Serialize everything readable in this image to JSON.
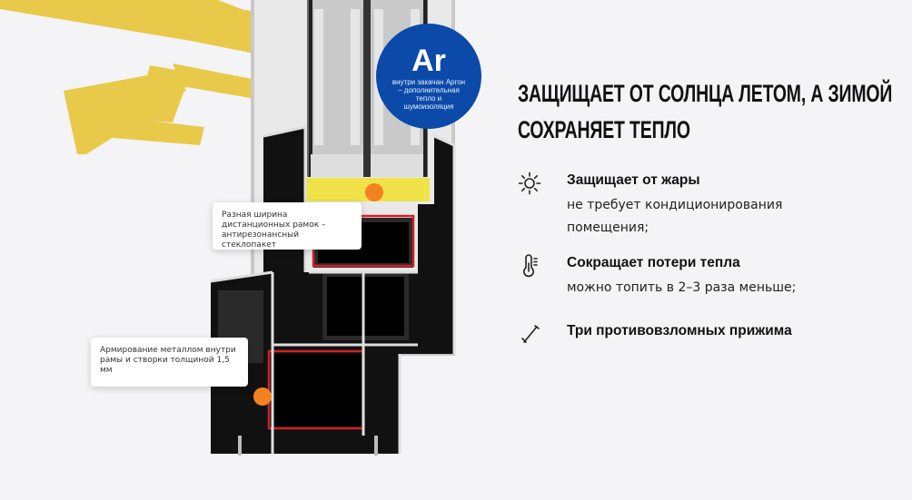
{
  "argon": {
    "symbol": "Ar",
    "caption": "внутри закачан Аргон – дополнительная тепло и шумоизоляция"
  },
  "notes": {
    "spacer": "Разная ширина дистанционных рамок – антирезонансный стеклопакет",
    "reinforcement": "Армирование металлом внутри рамы и створки толщиной 1,5 мм"
  },
  "heading": {
    "line1": "Защищает от солнца летом, а зимой",
    "line2": "сохраняет тепло"
  },
  "features": [
    {
      "icon": "sun-icon",
      "title": "Защищает от жары",
      "description": "не требует кондиционирования помещения;"
    },
    {
      "icon": "thermometer-icon",
      "title": "Сокращает потери тепла",
      "description": "можно топить в 2–3 раза меньше;"
    },
    {
      "icon": "lock-pin-icon",
      "title": "Три противовзломных прижима",
      "description": ""
    }
  ],
  "colors": {
    "background": "#f4f4f6",
    "arrow_yellow": "#e8c94a",
    "argon_blue": "#0b4aa8",
    "marker_orange": "#f58220",
    "profile_black": "#111111",
    "seal_red": "#d11f26",
    "spacer_yellow": "#f1e24a"
  }
}
